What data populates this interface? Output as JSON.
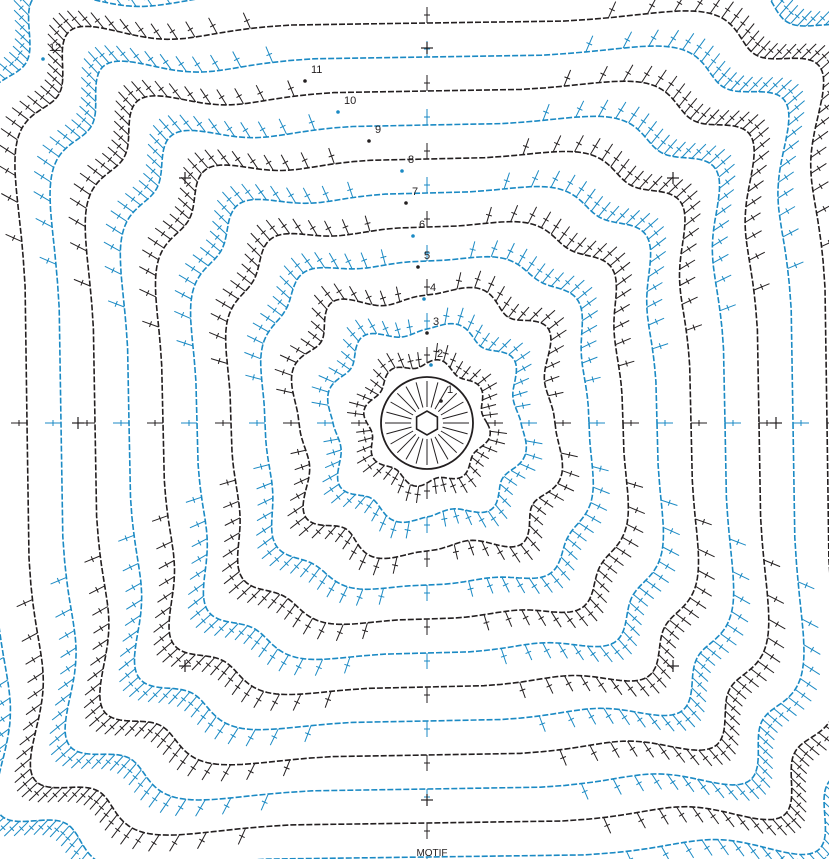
{
  "caption": "MOTIF",
  "round_labels": [
    "1",
    "2",
    "3",
    "4",
    "5",
    "6",
    "7",
    "8",
    "9",
    "10",
    "11",
    "12"
  ],
  "colors": {
    "dark": "#231f20",
    "blue": "#1b8ac4",
    "background": "#ffffff"
  },
  "rounds": [
    {
      "n": 1,
      "color": "dark"
    },
    {
      "n": 2,
      "color": "blue"
    },
    {
      "n": 3,
      "color": "dark"
    },
    {
      "n": 4,
      "color": "blue"
    },
    {
      "n": 5,
      "color": "dark"
    },
    {
      "n": 6,
      "color": "blue"
    },
    {
      "n": 7,
      "color": "dark"
    },
    {
      "n": 8,
      "color": "blue"
    },
    {
      "n": 9,
      "color": "dark"
    },
    {
      "n": 10,
      "color": "blue"
    },
    {
      "n": 11,
      "color": "dark"
    },
    {
      "n": 12,
      "color": "blue"
    }
  ]
}
